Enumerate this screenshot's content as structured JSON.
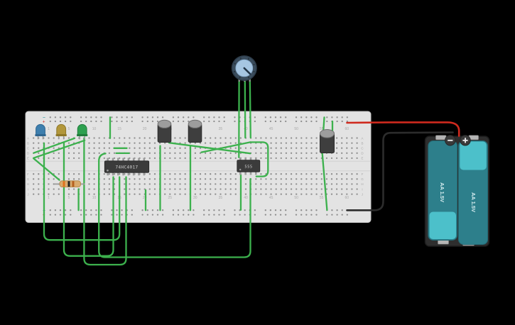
{
  "canvas": {
    "background": "#000000"
  },
  "breadboard": {
    "column_numbers": [
      "1",
      "5",
      "10",
      "15",
      "20",
      "25",
      "30",
      "35",
      "40",
      "45",
      "50",
      "55",
      "60"
    ],
    "row_letters_top": [
      "A",
      "B",
      "C",
      "D",
      "E"
    ],
    "row_letters_bottom": [
      "F",
      "G",
      "H",
      "I",
      "J"
    ],
    "rail_negative_symbol": "−",
    "rail_positive_symbol": "+",
    "colors": {
      "board": "#e3e3e3",
      "edge": "#c6c6c6",
      "hole": "#8e8e8e",
      "label": "#a9a9a9",
      "negative_marker": "#3b9fa8",
      "positive_marker": "#d9534f"
    }
  },
  "components": {
    "leds": [
      {
        "name": "blue-led",
        "color": "#3e7fae",
        "stroke": "#2f6690"
      },
      {
        "name": "yellow-led",
        "color": "#b2973b",
        "stroke": "#8e7728"
      },
      {
        "name": "green-led",
        "color": "#2da04f",
        "stroke": "#207c3b"
      }
    ],
    "resistor": {
      "body_color": "#d9ab6e",
      "band_colors": [
        "#e0731d",
        "#222222",
        "#b5601f"
      ]
    },
    "ics": [
      {
        "label": "74HC4017",
        "body_color": "#3b3b3b"
      },
      {
        "label": "555",
        "body_color": "#3b3b3b"
      }
    ],
    "capacitor": {
      "body_color": "#3e3e3e",
      "top_color": "#9d9d9d",
      "count": 3
    },
    "potentiometer": {
      "ring_color": "#3a4c5c",
      "knob_color": "#a6c6e2"
    },
    "battery_pack": {
      "holder_color": "#2e2e2e",
      "cells": [
        {
          "label": "AA 1.5V",
          "dark": "#2d7f8b",
          "light": "#4cc0ca"
        },
        {
          "label": "AA 1.5V",
          "dark": "#2d7f8b",
          "light": "#4cc0ca"
        }
      ],
      "negative_symbol": "−",
      "positive_symbol": "+"
    },
    "wires": {
      "signal_color": "#3cb14d",
      "positive_color": "#cf2a1e",
      "negative_color": "#2c2c2c"
    }
  }
}
